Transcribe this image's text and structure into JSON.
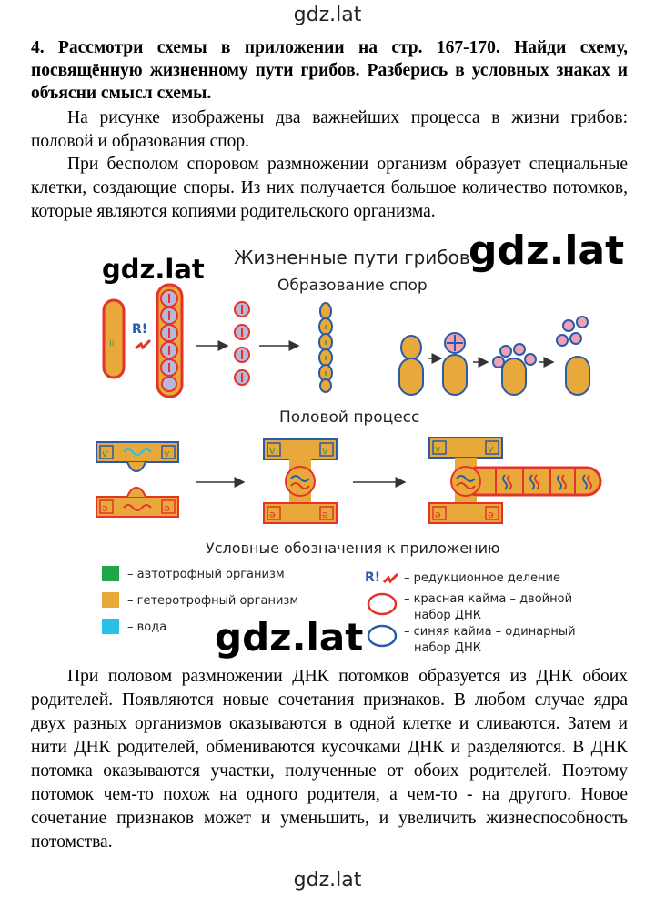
{
  "watermark": "gdz.lat",
  "task": "4. Рассмотри схемы в приложении на стр. 167-170. Найди схему, посвящённую жизненному пути грибов. Разберись в условных знаках и объясни смысл схемы.",
  "paragraphs": [
    "На рисунке изображены два важнейших процесса в жизни грибов: половой и образования спор.",
    "При бесполом споровом размножении организм образует специальные клетки, создающие споры. Из них получается большое количество потомков, которые являются копиями родительского организма.",
    "При половом размножении ДНК потомков образуется из ДНК обоих родителей. Появляются новые сочетания признаков. В любом случае ядра двух разных организмов оказываются в одной клетке и сливаются. Затем и нити ДНК родителей, обмениваются кусочками ДНК и разделяются. В ДНК потомка оказываются участки, полученные от обоих родителей. Поэтому потомок чем-то похож на одного родителя, а чем-то - на другого. Новое сочетание признаков может и уменьшить, и увеличить жизнеспособность потомства."
  ],
  "diagram": {
    "title": "Жизненные пути грибов",
    "section1": "Образование спор",
    "section2": "Половой процесс",
    "legend_title": "Условные обозначения к приложению",
    "reduction_mark": "R!",
    "legend": {
      "autotroph": "– автотрофный организм",
      "heterotroph": "– гетеротрофный организм",
      "water": "– вода",
      "reduction": "– редукционное деление",
      "red_border_1": "– красная кайма – двойной",
      "red_border_2": "набор ДНК",
      "blue_border_1": "– синяя кайма – одинарный",
      "blue_border_2": "набор ДНК"
    },
    "colors": {
      "organism": "#e8a93a",
      "red_border": "#e5332a",
      "blue_border": "#2a5aa8",
      "spore_fill": "#b9b8dc",
      "pink_spore": "#f0a2b4",
      "autotroph": "#1fa64a",
      "water": "#28c0e8",
      "green_mark": "#2f9e48",
      "arrow": "#333333"
    }
  }
}
